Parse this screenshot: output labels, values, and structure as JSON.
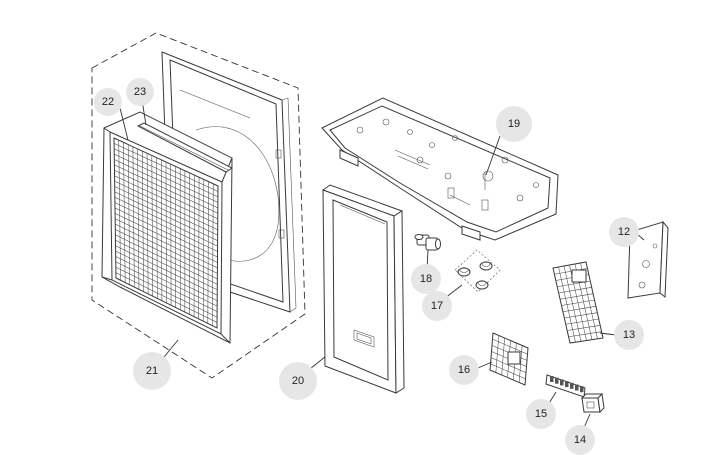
{
  "callouts": [
    {
      "id": "c12",
      "label": "12"
    },
    {
      "id": "c13",
      "label": "13"
    },
    {
      "id": "c14",
      "label": "14"
    },
    {
      "id": "c15",
      "label": "15"
    },
    {
      "id": "c16",
      "label": "16"
    },
    {
      "id": "c17",
      "label": "17"
    },
    {
      "id": "c18",
      "label": "18"
    },
    {
      "id": "c19",
      "label": "19"
    },
    {
      "id": "c20",
      "label": "20"
    },
    {
      "id": "c21",
      "label": "21"
    },
    {
      "id": "c22",
      "label": "22"
    },
    {
      "id": "c23",
      "label": "23"
    }
  ]
}
